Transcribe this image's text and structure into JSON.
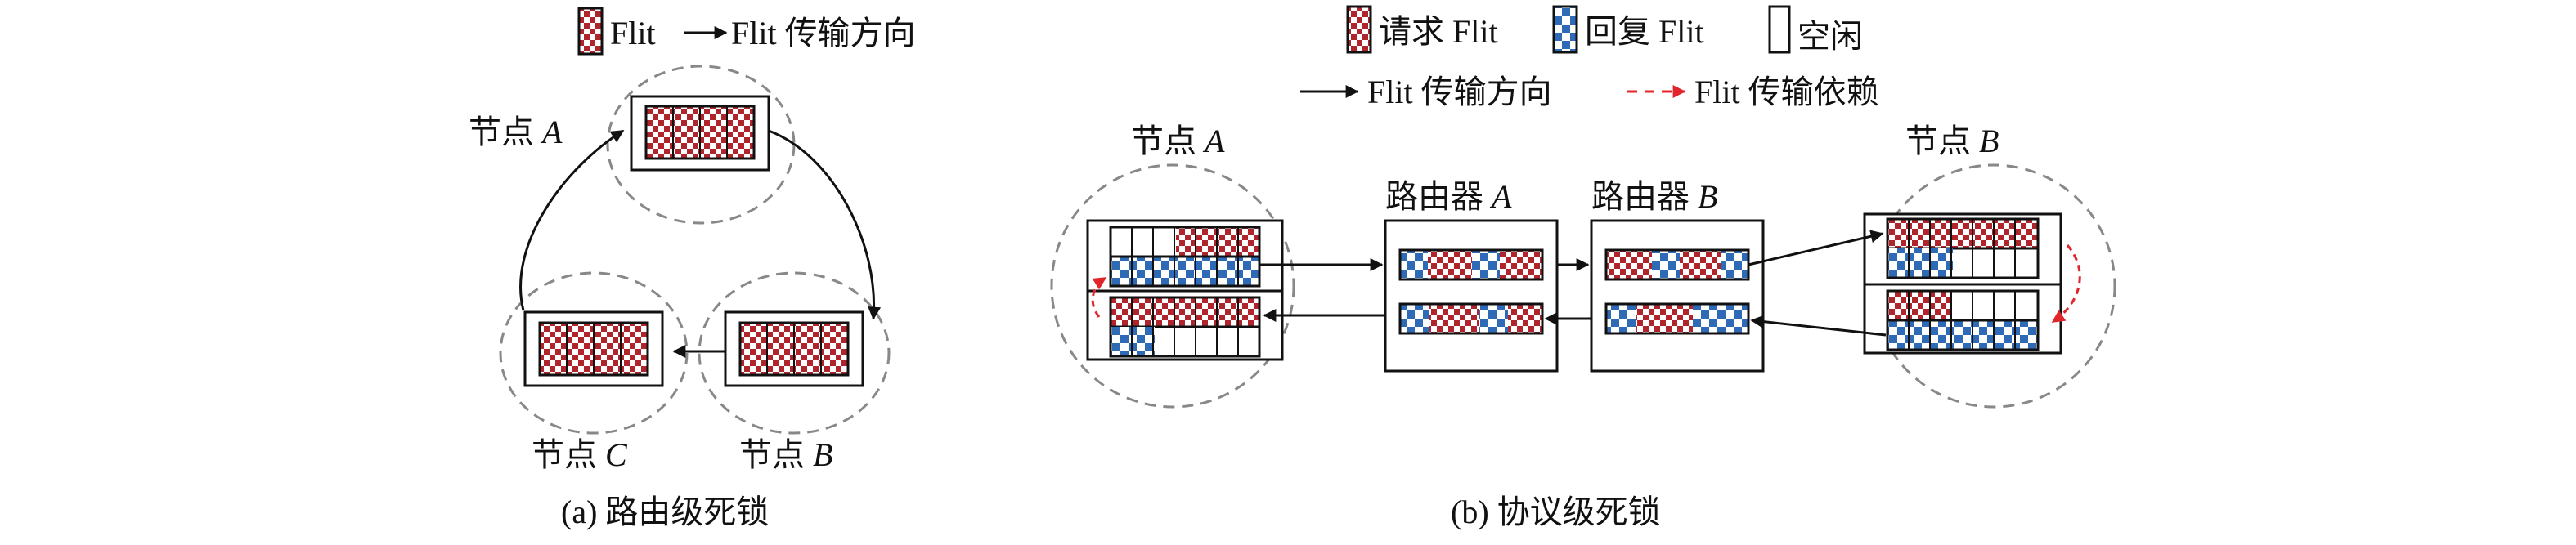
{
  "colors": {
    "request": "#b0252c",
    "reply": "#2e6ab5",
    "dep_arrow": "#e0252c",
    "line": "#111111",
    "dashed_circle": "#888888"
  },
  "patterns": [
    "red-checker-pattern",
    "blue-checker-pattern"
  ],
  "panel_a": {
    "legend": {
      "flit": "Flit",
      "direction_text": "Flit 传输方向"
    },
    "node_a": {
      "prefix": "节点 ",
      "letter": "A"
    },
    "node_b": {
      "prefix": "节点 ",
      "letter": "B"
    },
    "node_c": {
      "prefix": "节点 ",
      "letter": "C"
    },
    "caption": "(a)  路由级死锁"
  },
  "panel_b": {
    "legend": {
      "request": "请求 Flit",
      "reply": "回复 Flit",
      "idle": "空闲",
      "direction": "Flit 传输方向",
      "dependency": "Flit 传输依赖"
    },
    "node_a": {
      "prefix": "节点 ",
      "letter": "A"
    },
    "node_b": {
      "prefix": "节点 ",
      "letter": "B"
    },
    "router_a": {
      "prefix": "路由器 ",
      "letter": "A"
    },
    "router_b": {
      "prefix": "路由器 ",
      "letter": "B"
    },
    "caption": "(b)  协议级死锁"
  }
}
